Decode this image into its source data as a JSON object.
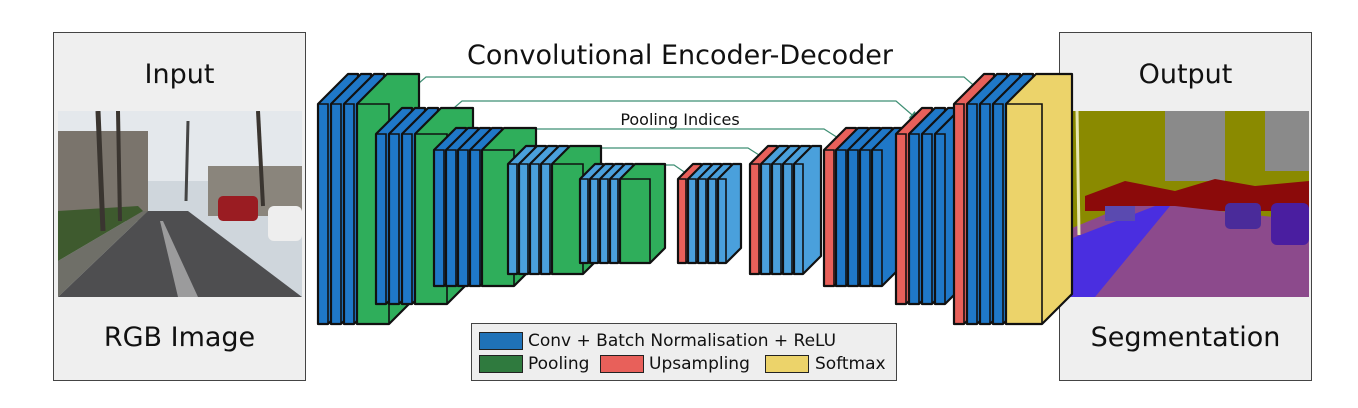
{
  "title": "Convolutional Encoder-Decoder",
  "pooling_indices_label": "Pooling Indices",
  "input_panel": {
    "title": "Input",
    "caption": "RGB Image"
  },
  "output_panel": {
    "title": "Output",
    "caption": "Segmentation"
  },
  "legend": {
    "conv": "Conv + Batch Normalisation + ReLU",
    "pooling": "Pooling",
    "upsampling": "Upsampling",
    "softmax": "Softmax"
  },
  "colors": {
    "conv": "#1f78c8",
    "conv_light": "#4aa0dc",
    "pooling": "#2fae5b",
    "upsampling": "#e8605a",
    "softmax": "#ecd36a",
    "skip_arrow": "#3f8f74"
  },
  "icons": {
    "input_image": "street-scene-photo",
    "output_image": "segmentation-map"
  }
}
